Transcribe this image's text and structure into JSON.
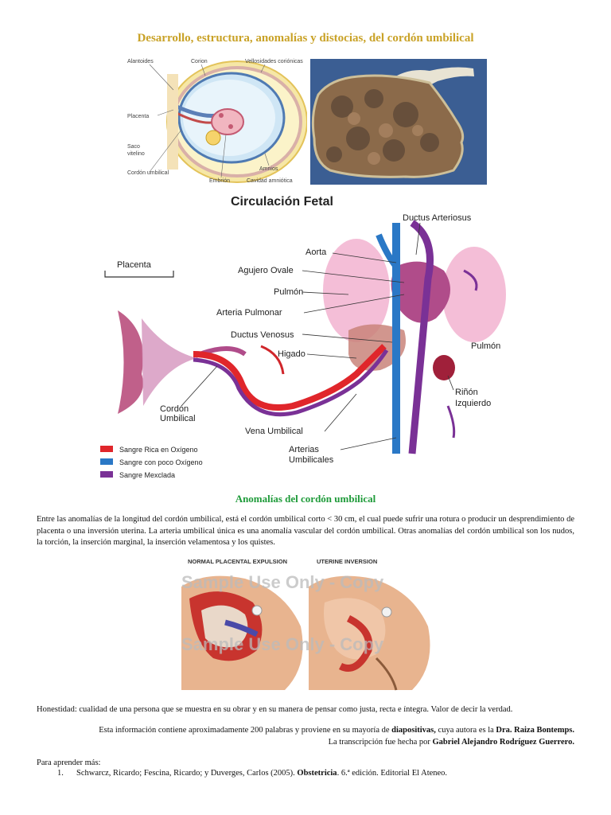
{
  "title": "Desarrollo, estructura, anomalías y distocias, del cordón umbilical",
  "embryo_figure": {
    "labels": {
      "alantoides": "Alantoides",
      "corion": "Corion",
      "vellosidades": "Vellosidades coriónicas",
      "placenta": "Placenta",
      "saco": "Saco",
      "vitelino": "vitelino",
      "cordon": "Cordón umbilical",
      "embrion": "Embrión",
      "amnios": "Amnios",
      "cavidad": "Cavidad amniótica"
    }
  },
  "circulation_figure": {
    "title": "Circulación Fetal",
    "labels": {
      "ductus_arteriosus": "Ductus Arteriosus",
      "aorta": "Aorta",
      "agujero_ovale": "Agujero Ovale",
      "pulmon_left": "Pulmón",
      "arteria_pulmonar": "Arteria Pulmonar",
      "ductus_venosus": "Ductus Venosus",
      "higado": "Higado",
      "pulmon_right": "Pulmón",
      "placenta": "Placenta",
      "cordon_1": "Cordón",
      "cordon_2": "Umbilical",
      "vena_umbilical": "Vena Umbilical",
      "rinon_1": "Riñón",
      "rinon_2": "Izquierdo",
      "arterias_1": "Arterias",
      "arterias_2": "Umbilicales"
    },
    "legend": [
      {
        "label": "Sangre Rica en Oxígeno",
        "color": "#e0262b"
      },
      {
        "label": "Sangre con poco Oxígeno",
        "color": "#2a78c6"
      },
      {
        "label": "Sangre Mexclada",
        "color": "#7a3196"
      }
    ]
  },
  "section_heading": "Anomalías del cordón umbilical",
  "paragraph": "Entre las anomalías de la longitud del cordón umbilical, está el cordón umbilical corto < 30 cm, el cual puede sufrir una rotura o producir un desprendimiento de placenta o una inversión uterina. La arteria umbilical única es una anomalía vascular del cordón umbilical. Otras anomalías del cordón umbilical son los nudos, la torción, la inserción marginal, la inserción velamentosa y los quistes.",
  "inversion_figure": {
    "left_title": "NORMAL PLACENTAL EXPULSION",
    "right_title": "UTERINE INVERSION",
    "watermark": "Sample Use Only - Copy"
  },
  "honesty": "Honestidad: cualidad de una persona que se muestra en su obrar y en su manera de pensar como justa, recta e íntegra. Valor de decir la verdad.",
  "info_line1": {
    "pre": "Esta información contiene aproximadamente 200 palabras y proviene en su mayoría de ",
    "bold1": "diapositivas,",
    "mid": " cuya autora es la ",
    "bold2": "Dra. Raiza Bontemps."
  },
  "info_line2": {
    "pre": "La transcripción fue hecha por ",
    "bold": "Gabriel Alejandro Rodríguez Guerrero."
  },
  "learn_more": "Para aprender más:",
  "reference": {
    "num": "1.",
    "authors": "Schwarcz, Ricardo; Fescina, Ricardo; y Duverges, Carlos (2005). ",
    "title": "Obstetricia",
    "rest": ". 6.ª edición. Editorial El Ateneo."
  }
}
